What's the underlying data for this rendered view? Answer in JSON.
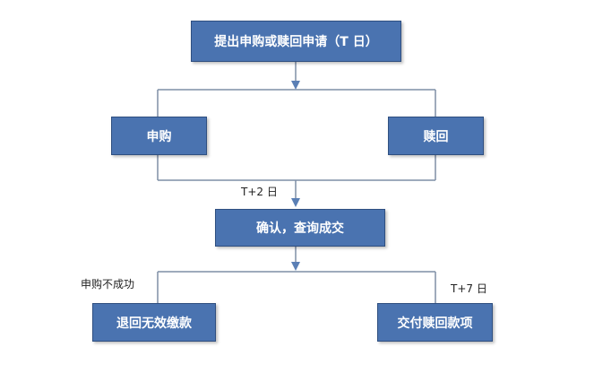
{
  "boxes": {
    "submit": "提出申购或赎回申请（T 日）",
    "subscribe": "申购",
    "redeem": "赎回",
    "confirm": "确认，查询成交",
    "refund": "退回无效缴款",
    "deliver": "交付赎回款项"
  },
  "labels": {
    "t2": "T+2 日",
    "fail": "申购不成功",
    "t7": "T+7 日"
  },
  "colors": {
    "box_fill": "#4a73b0",
    "box_border": "#2f4f80",
    "connector": "#7f8fa6",
    "arrow": "#5a7fb5"
  }
}
